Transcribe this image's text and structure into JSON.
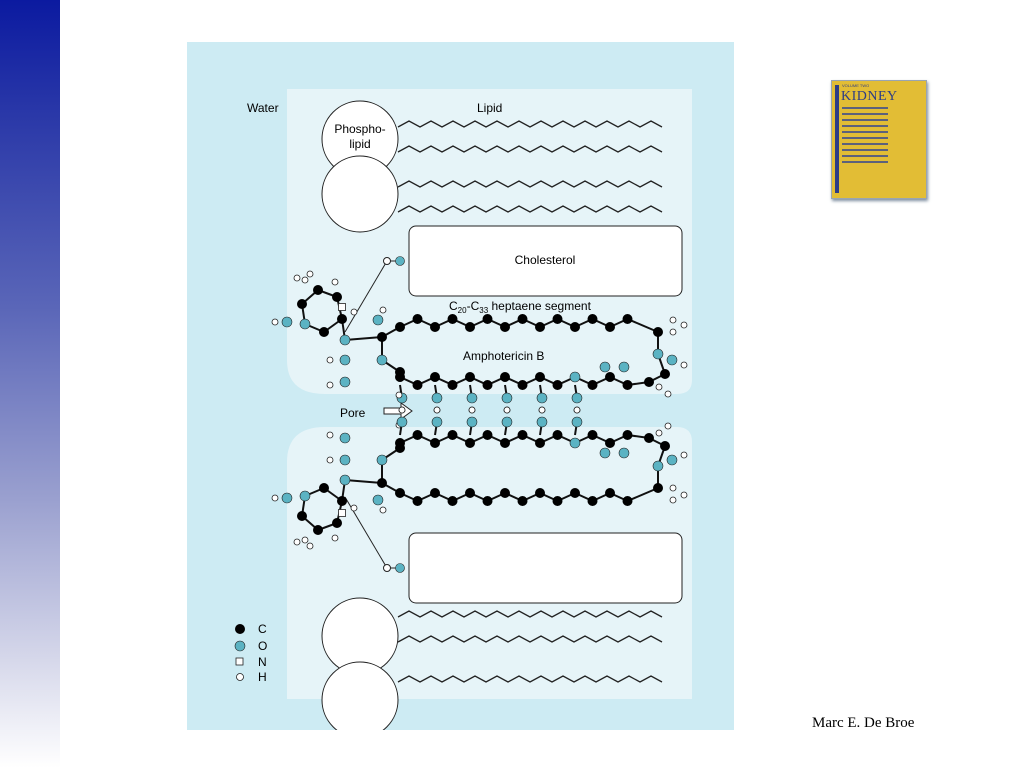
{
  "diagram": {
    "water_label": "Water",
    "lipid_label": "Lipid",
    "phospholipid_label_line1": "Phospho-",
    "phospholipid_label_line2": "lipid",
    "cholesterol_label": "Cholesterol",
    "heptaene_label": "C20-C33 heptaene segment",
    "heptaene_parts": {
      "c": "C",
      "sub1": "20",
      "dash": "-C",
      "sub2": "33",
      "rest": " heptaene segment"
    },
    "amphotericin_label": "Amphotericin B",
    "pore_label": "Pore",
    "legend": [
      {
        "symbol": "filled-black-circle",
        "label": "C",
        "color": "#000000"
      },
      {
        "symbol": "filled-teal-circle",
        "label": "O",
        "color": "#5bb3c3"
      },
      {
        "symbol": "open-square",
        "label": "N",
        "color": "#ffffff"
      },
      {
        "symbol": "open-circle",
        "label": "H",
        "color": "#ffffff"
      }
    ]
  },
  "book_cover": {
    "volume_text": "VOLUME TWO",
    "title": "KIDNEY"
  },
  "author": "Marc E. De Broe",
  "colors": {
    "panel": "#cdebf3",
    "membrane": "#e8f5f9",
    "oxygen": "#5bb3c3",
    "carbon": "#000000",
    "sidebar_top": "#0b1aa0"
  }
}
